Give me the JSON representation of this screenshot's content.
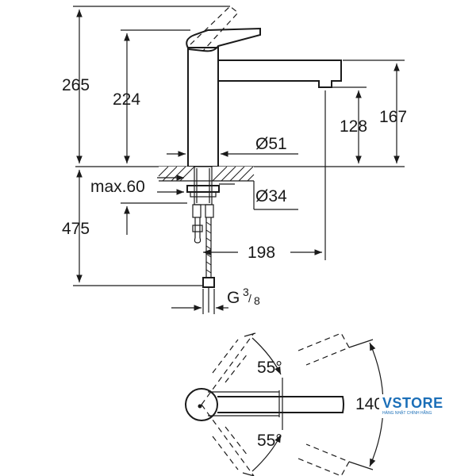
{
  "dimensions": {
    "d265": "265",
    "d224": "224",
    "d167": "167",
    "d128": "128",
    "d51": "Ø51",
    "d34": "Ø34",
    "maxmount": "max.60",
    "d475": "475",
    "d198": "198",
    "thread_g": "G",
    "thread_num": "3",
    "thread_den": "8",
    "angle_top": "55°",
    "angle_bottom": "55°",
    "d140": "140°"
  },
  "logo": {
    "main": "VSTORE",
    "sub": "HÀNG NHẬT CHÍNH HÃNG"
  },
  "colors": {
    "line": "#1a1a1a",
    "logo": "#1b6fb8"
  }
}
